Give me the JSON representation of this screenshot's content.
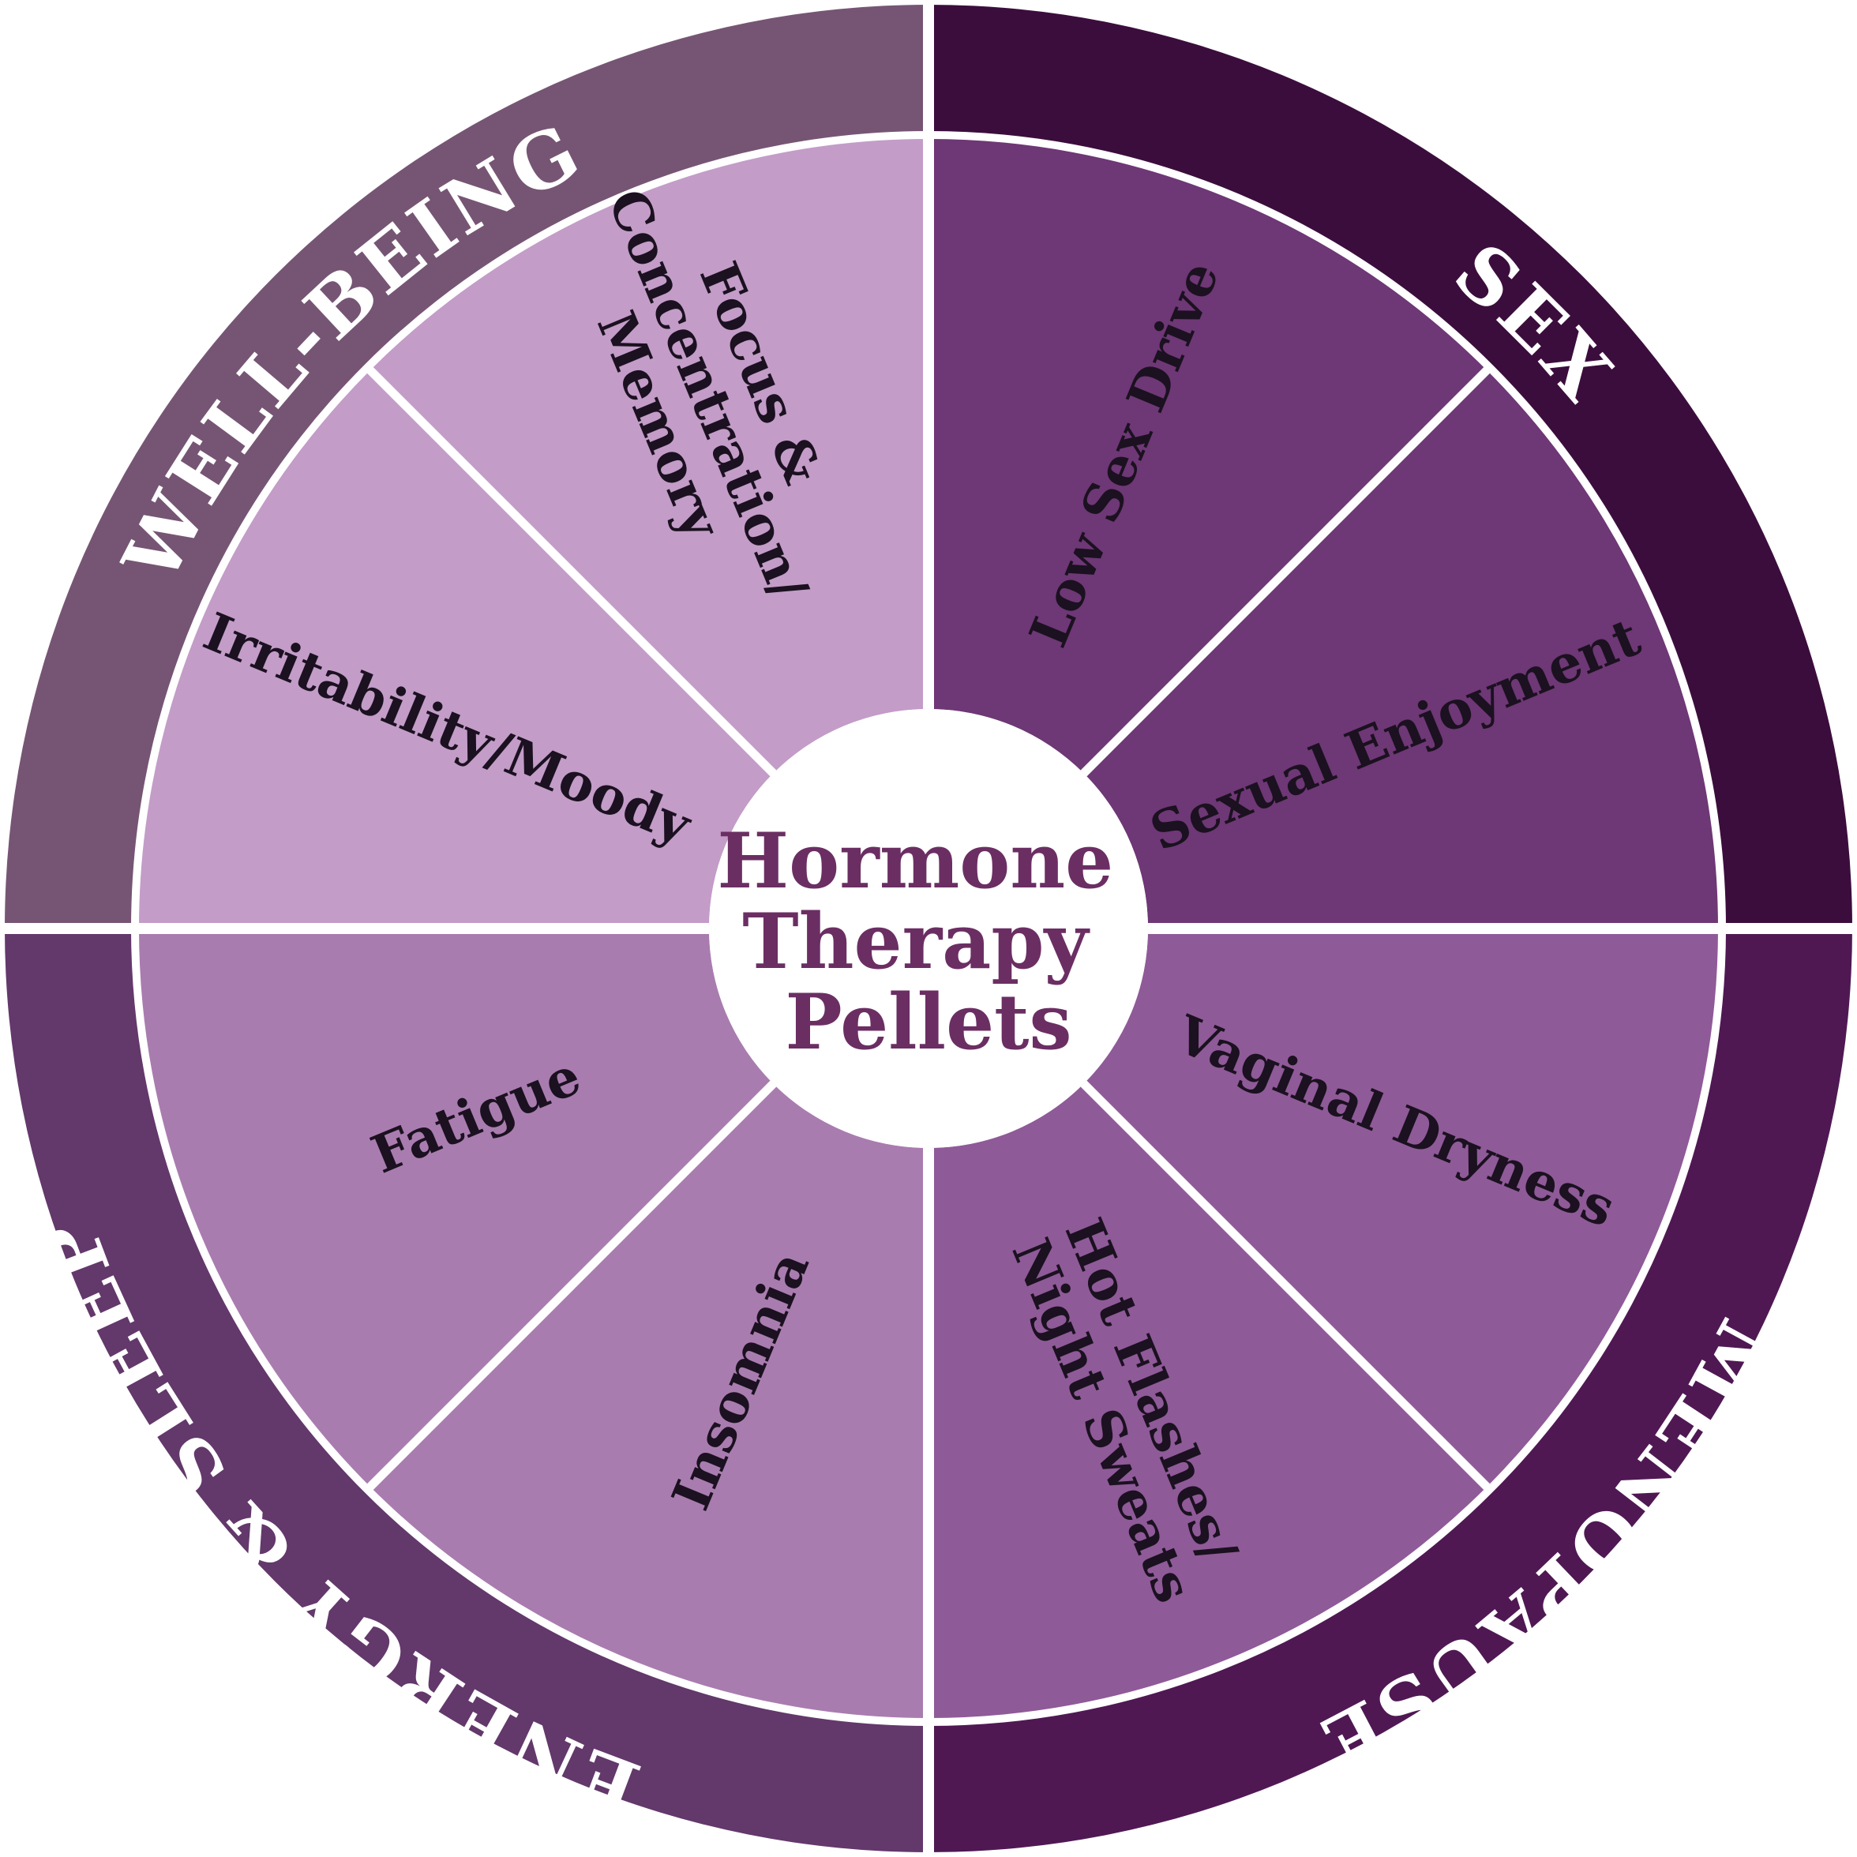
{
  "diagram": {
    "center": {
      "lines": [
        "Hormone",
        "Therapy",
        "Pellets"
      ],
      "text_color": "#6b2e63"
    },
    "quadrants": [
      {
        "name": "WELL-BEING",
        "ring_color": "#765574",
        "segment_color": "#c39cc8",
        "segments": [
          {
            "lines": [
              "Irritability/Moody"
            ]
          },
          {
            "lines": [
              "Focus &",
              "Concentration/",
              "Memory"
            ]
          }
        ]
      },
      {
        "name": "SEX",
        "ring_color": "#3b0d3c",
        "segment_color": "#6e3775",
        "segments": [
          {
            "lines": [
              "Low Sex Drive"
            ]
          },
          {
            "lines": [
              "Sexual Enjoyment"
            ]
          }
        ]
      },
      {
        "name": "MENOPAUSE",
        "ring_color": "#4f1853",
        "segment_color": "#8f5a98",
        "segments": [
          {
            "lines": [
              "Vaginal Dryness"
            ]
          },
          {
            "lines": [
              "Hot Flashes/",
              "Night Sweats"
            ]
          }
        ]
      },
      {
        "name": "ENERGY & SLEEP",
        "ring_color": "#63386b",
        "segment_color": "#a97caf",
        "segments": [
          {
            "lines": [
              "Insomnia"
            ]
          },
          {
            "lines": [
              "Fatigue"
            ]
          }
        ]
      }
    ]
  }
}
